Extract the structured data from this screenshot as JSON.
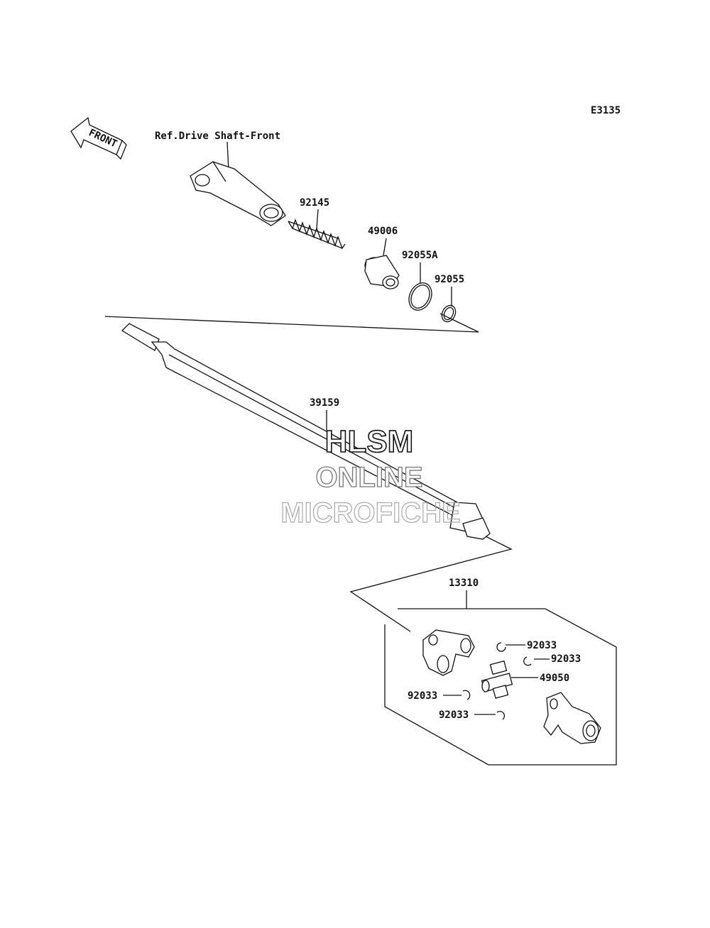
{
  "diagram_code": "E3135",
  "front_arrow": {
    "text": "FRONT",
    "icon": "front-direction-arrow-icon"
  },
  "reference_note": "Ref.Drive Shaft-Front",
  "callouts": {
    "spring": "92145",
    "boot": "49006",
    "oring_large": "92055A",
    "oring_small": "92055",
    "shaft": "39159",
    "joint_assembly": "13310",
    "circlip_1": "92033",
    "circlip_2": "92033",
    "circlip_3": "92033",
    "circlip_4": "92033",
    "spider": "49050"
  },
  "watermark": {
    "line1": "HLSM",
    "line2": "ONLINE",
    "line3": "MICROFICHE"
  }
}
